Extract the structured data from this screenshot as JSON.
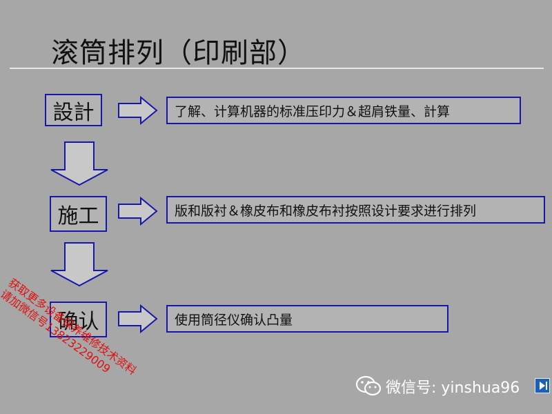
{
  "title": "滚筒排列（印刷部）",
  "steps": [
    {
      "label": "設計",
      "description": "了解、计算机器的标准压印力＆超肩铁量、計算"
    },
    {
      "label": "施工",
      "description": "版和版衬＆橡皮布和橡皮布衬按照设计要求进行排列"
    },
    {
      "label": "确认",
      "description": "使用筒径仪确认凸量"
    }
  ],
  "watermark": {
    "line1": "获取更多设备保养维修技术资料",
    "line2": "请加微信号13823229009"
  },
  "wechat": {
    "label": "微信号: yinshua96"
  },
  "colors": {
    "background": "#a7a7a7",
    "border": "#1616a8",
    "arrow_fill": "#c8c8c8",
    "watermark": "#e01010"
  },
  "icons": [
    "wechat-icon",
    "play-icon"
  ]
}
